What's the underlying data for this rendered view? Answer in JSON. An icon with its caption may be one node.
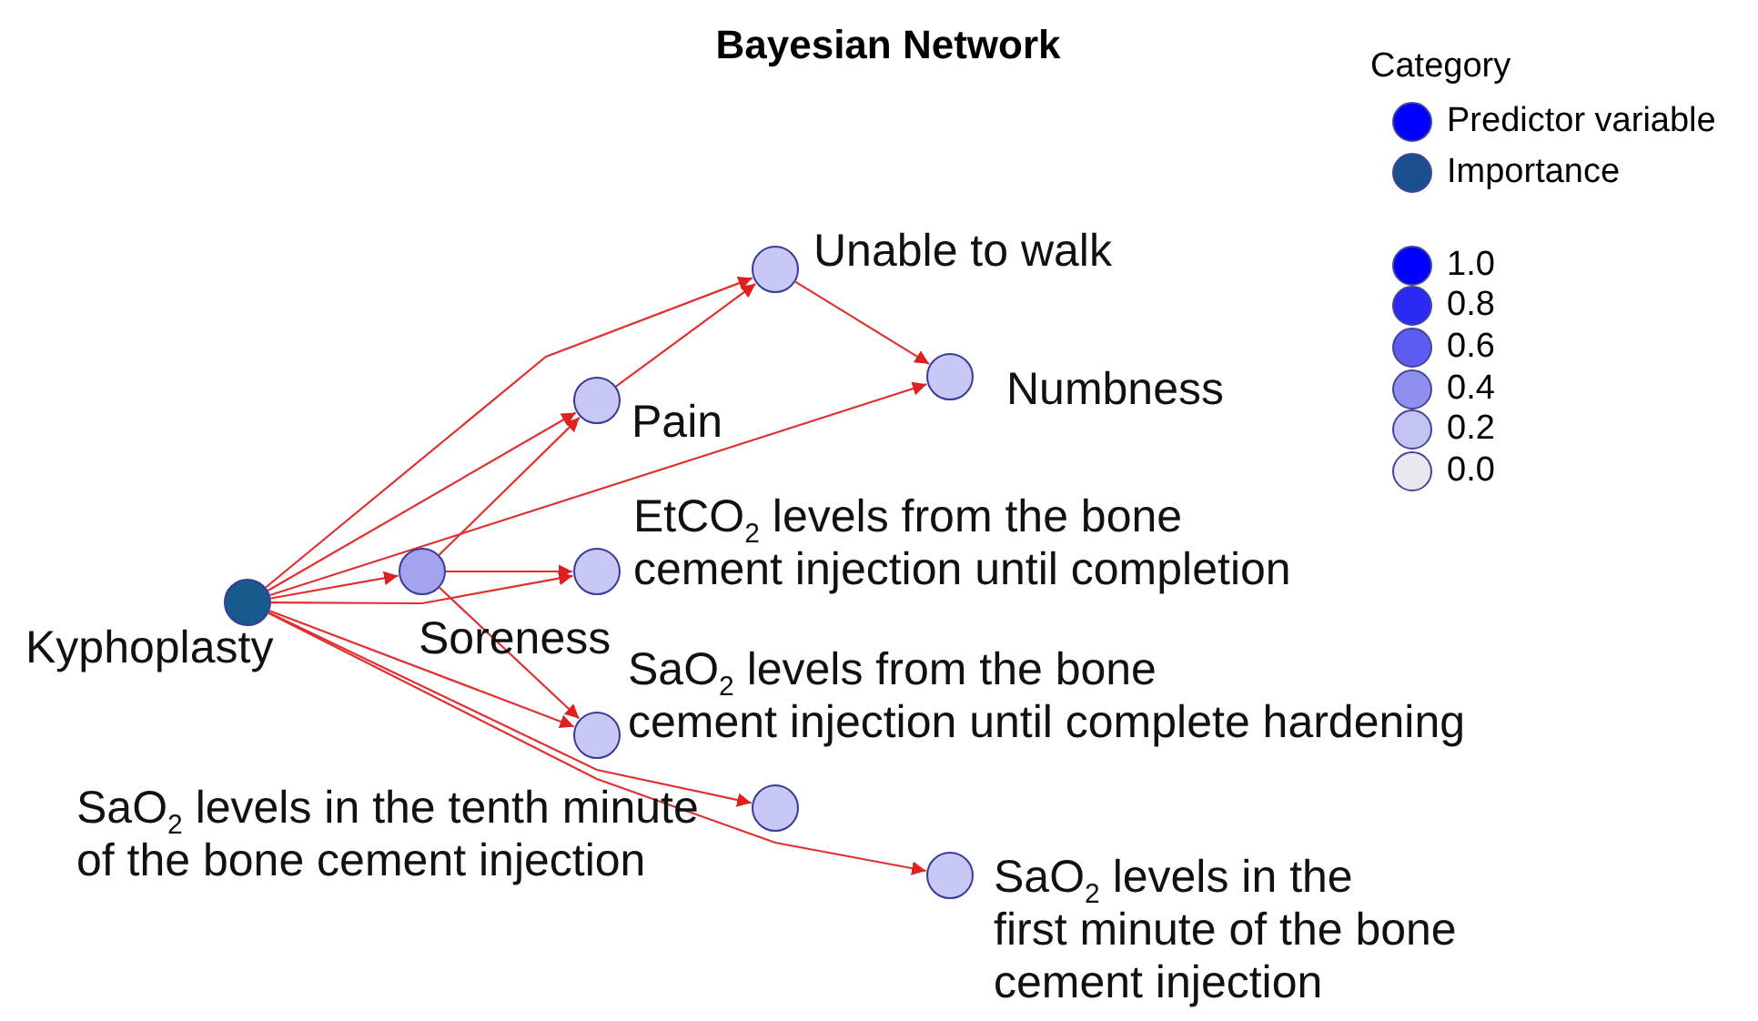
{
  "diagram": {
    "title": "Bayesian Network",
    "nodes": [
      {
        "text": [
          "Kyphoplasty"
        ]
      },
      {
        "text": [
          "Unable to walk"
        ]
      },
      {
        "text": [
          "Pain"
        ]
      },
      {
        "text": [
          "Numbness"
        ]
      },
      {
        "text": [
          "Soreness"
        ]
      },
      {
        "text": [
          "EtCO$_{2}$ levels from the bone cement injection until completion"
        ]
      },
      {
        "text": [
          "SaO$_{2}$ levels from the bone cement injection until complete hardening"
        ]
      },
      {
        "text": [
          "SaO$_{2}$ levels in the tenth minute of the bone cement injection"
        ]
      },
      {
        "text": [
          "SaO$_{2}$ levels in the first minute of the bone cement injection"
        ]
      }
    ],
    "edges": [
      {
        "from": 0,
        "to": 1,
        "arrow": "to"
      },
      {
        "from": 0,
        "to": 2,
        "arrow": "to"
      },
      {
        "from": 0,
        "to": 3,
        "arrow": "to"
      },
      {
        "from": 0,
        "to": 4,
        "arrow": "to"
      },
      {
        "from": 0,
        "to": 5,
        "arrow": "to"
      },
      {
        "from": 0,
        "to": 6,
        "arrow": "to"
      },
      {
        "from": 0,
        "to": 7,
        "arrow": "to"
      },
      {
        "from": 0,
        "to": 8,
        "arrow": "to"
      },
      {
        "from": 2,
        "to": 1,
        "arrow": "to"
      },
      {
        "from": 4,
        "to": 2,
        "arrow": "to"
      },
      {
        "from": 4,
        "to": 5,
        "arrow": "to"
      },
      {
        "from": 4,
        "to": 6,
        "arrow": "to"
      },
      {
        "from": 1,
        "to": 3,
        "arrow": "to"
      }
    ],
    "labels": [
      "Category"
    ],
    "legend": [
      {
        "text": "Predictor variable",
        "color": "#0000ff"
      },
      {
        "text": "Importance",
        "color": "#1a4f8f"
      },
      {
        "text": "1.0",
        "color": "#0000ff"
      },
      {
        "text": "0.8",
        "color": "#2a2af5"
      },
      {
        "text": "0.6",
        "color": "#5c5cf0"
      },
      {
        "text": "0.4",
        "color": "#8f8fee"
      },
      {
        "text": "0.2",
        "color": "#c4c4f2"
      },
      {
        "text": "0.0",
        "color": "#e8e8ee"
      }
    ]
  }
}
